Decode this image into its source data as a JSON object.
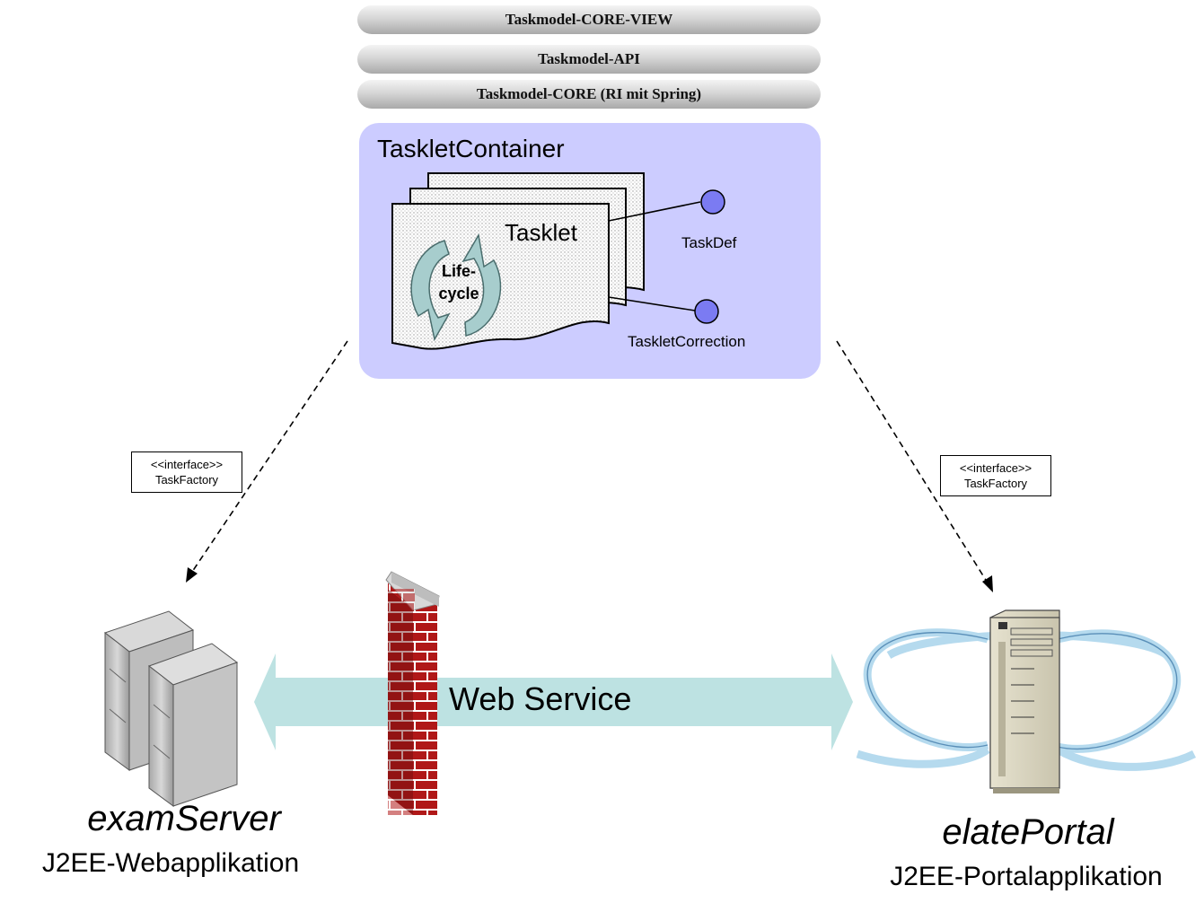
{
  "layers": [
    "Taskmodel-CORE-VIEW",
    "Taskmodel-API",
    "Taskmodel-CORE (RI mit Spring)"
  ],
  "container": {
    "title": "TaskletContainer",
    "tasklet_label": "Tasklet",
    "lifecycle_line1": "Life-",
    "lifecycle_line2": "cycle",
    "interfaces": [
      "TaskDef",
      "TaskletCorrection"
    ]
  },
  "connectors": {
    "left_interface_line1": "<<interface>>",
    "left_interface_line2": "TaskFactory",
    "right_interface_line1": "<<interface>>",
    "right_interface_line2": "TaskFactory"
  },
  "web_service": {
    "label": "Web Service"
  },
  "servers": {
    "left": {
      "name": "examServer",
      "type": "J2EE-Webapplikation"
    },
    "right": {
      "name": "elatePortal",
      "type": "J2EE-Portalapplikation"
    }
  },
  "colors": {
    "container_bg": "#ccccff",
    "interface_circle": "#7b7bf2",
    "arrow_fill": "#bde2e2",
    "brick": "#b01818",
    "lifecycle_arrow": "#9fc4c4"
  }
}
